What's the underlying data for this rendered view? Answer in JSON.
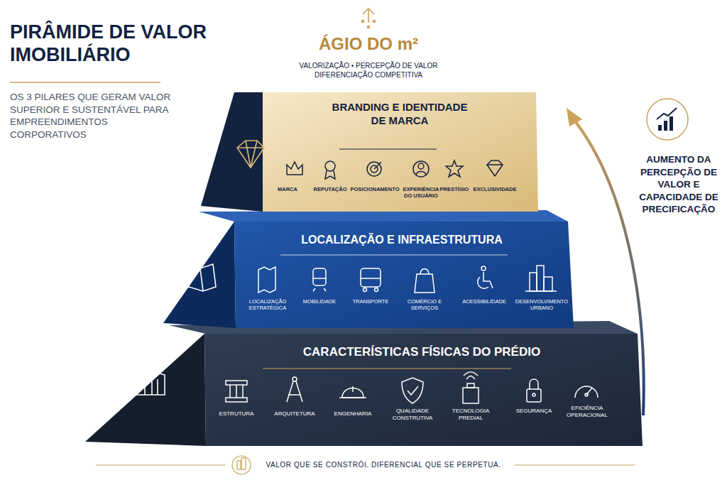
{
  "diagram": {
    "title": "PIRÂMIDE DE VALOR IMOBILIÁRIO",
    "caption": "VALOR QUE SE CONSTRÓI. DIFERENCIAL QUE SE PERPETUA.",
    "nodes": [
      {
        "text": [
          "BRANDING E IDENTIDADE DE MARCA"
        ]
      },
      {
        "text": [
          "LOCALIZAÇÃO E INFRAESTRUTURA"
        ]
      },
      {
        "text": [
          "CARACTERÍSTICAS FÍSICAS DO PRÉDIO"
        ]
      }
    ],
    "labels": [
      "OS 3 PILARES QUE GERAM VALOR SUPERIOR E SUSTENTÁVEL PARA EMPREENDIMENTOS CORPORATIVOS",
      "ÁGIO DO m²",
      "VALORIZAÇÃO • PERCEPÇÃO DE VALOR DIFERENCIAÇÃO COMPETITIVA",
      "MARCA",
      "REPUTAÇÃO",
      "POSICIONAMENTO",
      "EXPERIÊNCIA DO USUÁRIO",
      "PRESTÍGIO",
      "EXCLUSIVIDADE",
      "LOCALIZAÇÃO ESTRATÉGICA",
      "MOBILIDADE",
      "TRANSPORTE",
      "COMÉRCIO E SERVIÇOS",
      "ACESSIBILIDADE",
      "DESENVOLVIMENTO URBANO",
      "ESTRUTURA",
      "ARQUITETURA",
      "ENGENHARIA",
      "QUALIDADE CONSTRUTIVA",
      "TECNOLOGIA PREDIAL",
      "SEGURANÇA",
      "EFICIÊNCIA OPERACIONAL",
      "AUMENTO DA PERCEPÇÃO DE VALOR E CAPACIDADE DE PRECIFICAÇÃO"
    ]
  }
}
